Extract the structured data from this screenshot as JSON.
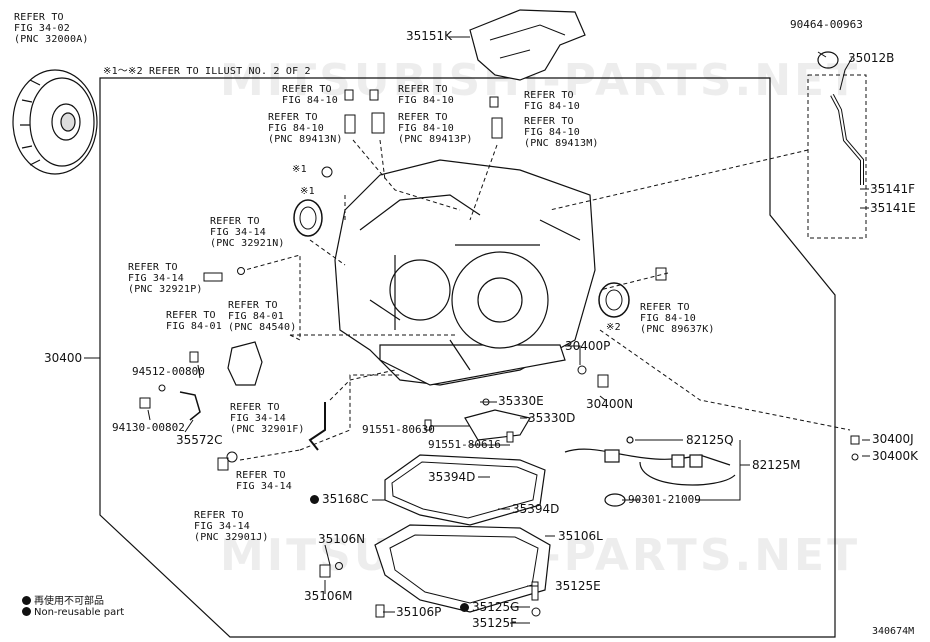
{
  "diagram": {
    "figure_id": "340674M",
    "note_refer": "※1～※2 REFER TO ILLUST NO. 2 OF 2",
    "watermark": "MITSUBISHI-PARTS.NET",
    "refs": {
      "r1": "REFER TO\nFIG 34-02\n(PNC 32000A)",
      "r2": "REFER TO\nFIG 84-10",
      "r3": "REFER TO\nFIG 84-10\n(PNC 89413N)",
      "r4": "REFER TO\nFIG 84-10",
      "r5": "REFER TO\nFIG 84-10\n(PNC 89413P)",
      "r6": "REFER TO\nFIG 84-10",
      "r7": "REFER TO\nFIG 84-10\n(PNC 89413M)",
      "r8": "REFER TO\nFIG 34-14\n(PNC 32921N)",
      "r9": "REFER TO\nFIG 34-14\n(PNC 32921P)",
      "r10": "REFER TO\nFIG 84-01\n(PNC 84540)",
      "r11": "REFER TO\nFIG 84-01",
      "r12": "REFER TO\nFIG 34-14\n(PNC 32901F)",
      "r13": "REFER TO\nFIG 34-14",
      "r14": "REFER TO\nFIG 34-14\n(PNC 32901J)",
      "r15": "REFER TO\nFIG 84-10\n(PNC 89637K)"
    },
    "marks": {
      "m1a": "※1",
      "m1b": "※1",
      "m2": "※2"
    },
    "parts": {
      "p35151K": "35151K",
      "p90464": "90464-00963",
      "p35012B": "35012B",
      "p35141F": "35141F",
      "p35141E": "35141E",
      "p30400": "30400",
      "p94512": "94512-00800",
      "p94130": "94130-00802",
      "p35572C": "35572C",
      "p30400P": "30400P",
      "p30400N": "30400N",
      "p35330E": "35330E",
      "p35330D": "35330D",
      "p91551a": "91551-80630",
      "p91551b": "91551-80616",
      "p82125Q": "82125Q",
      "p82125M": "82125M",
      "p90301": "90301-21009",
      "p30400J": "30400J",
      "p30400K": "30400K",
      "p35394Da": "35394D",
      "p35394Db": "35394D",
      "p35168C": "35168C",
      "p35106L": "35106L",
      "p35106N": "35106N",
      "p35106M": "35106M",
      "p35125E": "35125E",
      "p35106P": "35106P",
      "p35125G": "35125G",
      "p35125F": "35125F"
    },
    "legend": {
      "jp": "再使用不可部品",
      "en": "Non-reusable part"
    }
  }
}
